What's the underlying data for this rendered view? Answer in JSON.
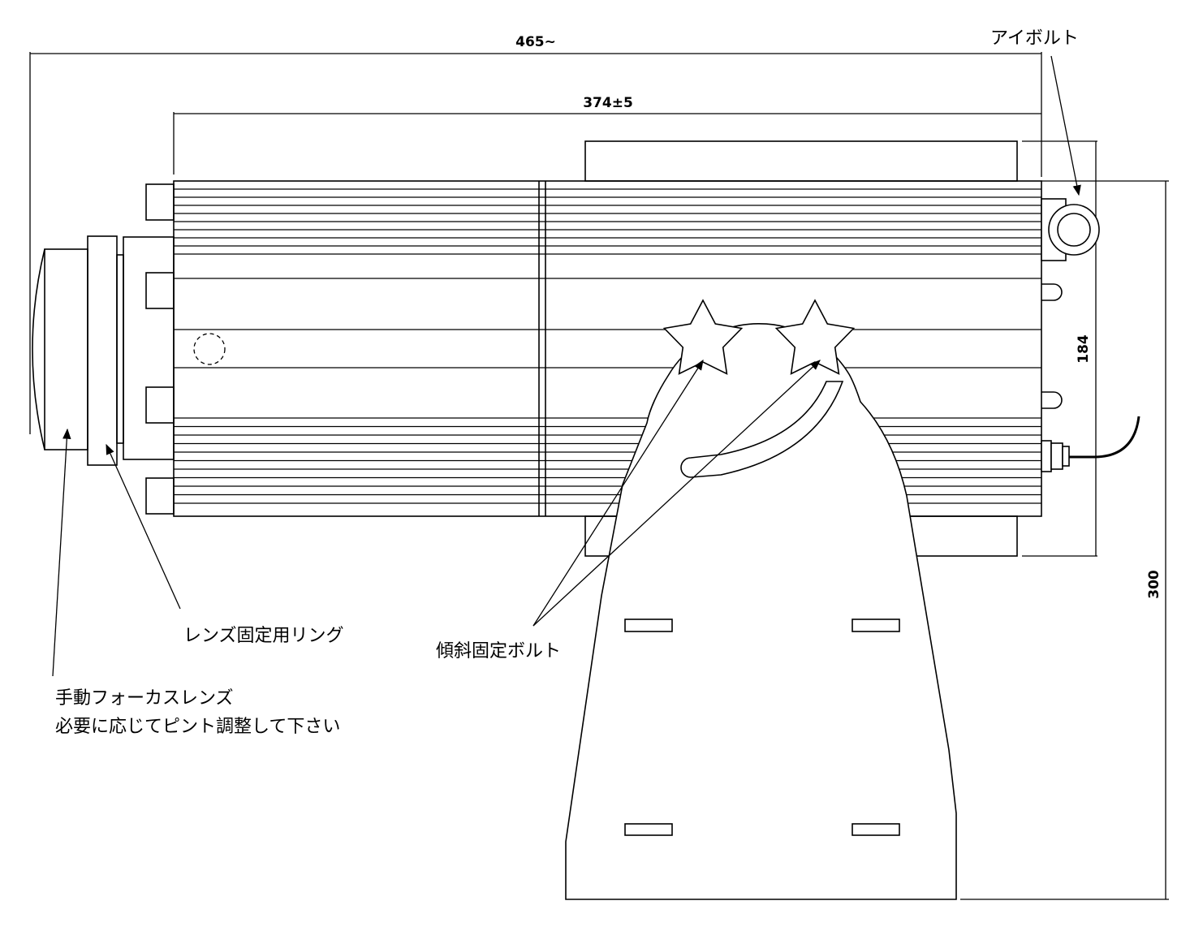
{
  "dimensions": {
    "overall_length": "465~",
    "body_length": "374±5",
    "body_height": "184",
    "total_height": "300"
  },
  "labels": {
    "eye_bolt": "アイボルト",
    "lens_ring": "レンズ固定用リング",
    "tilt_bolt": "傾斜固定ボルト",
    "focus_lens_line1": "手動フォーカスレンズ",
    "focus_lens_line2": "必要に応じてピント調整して下さい"
  }
}
